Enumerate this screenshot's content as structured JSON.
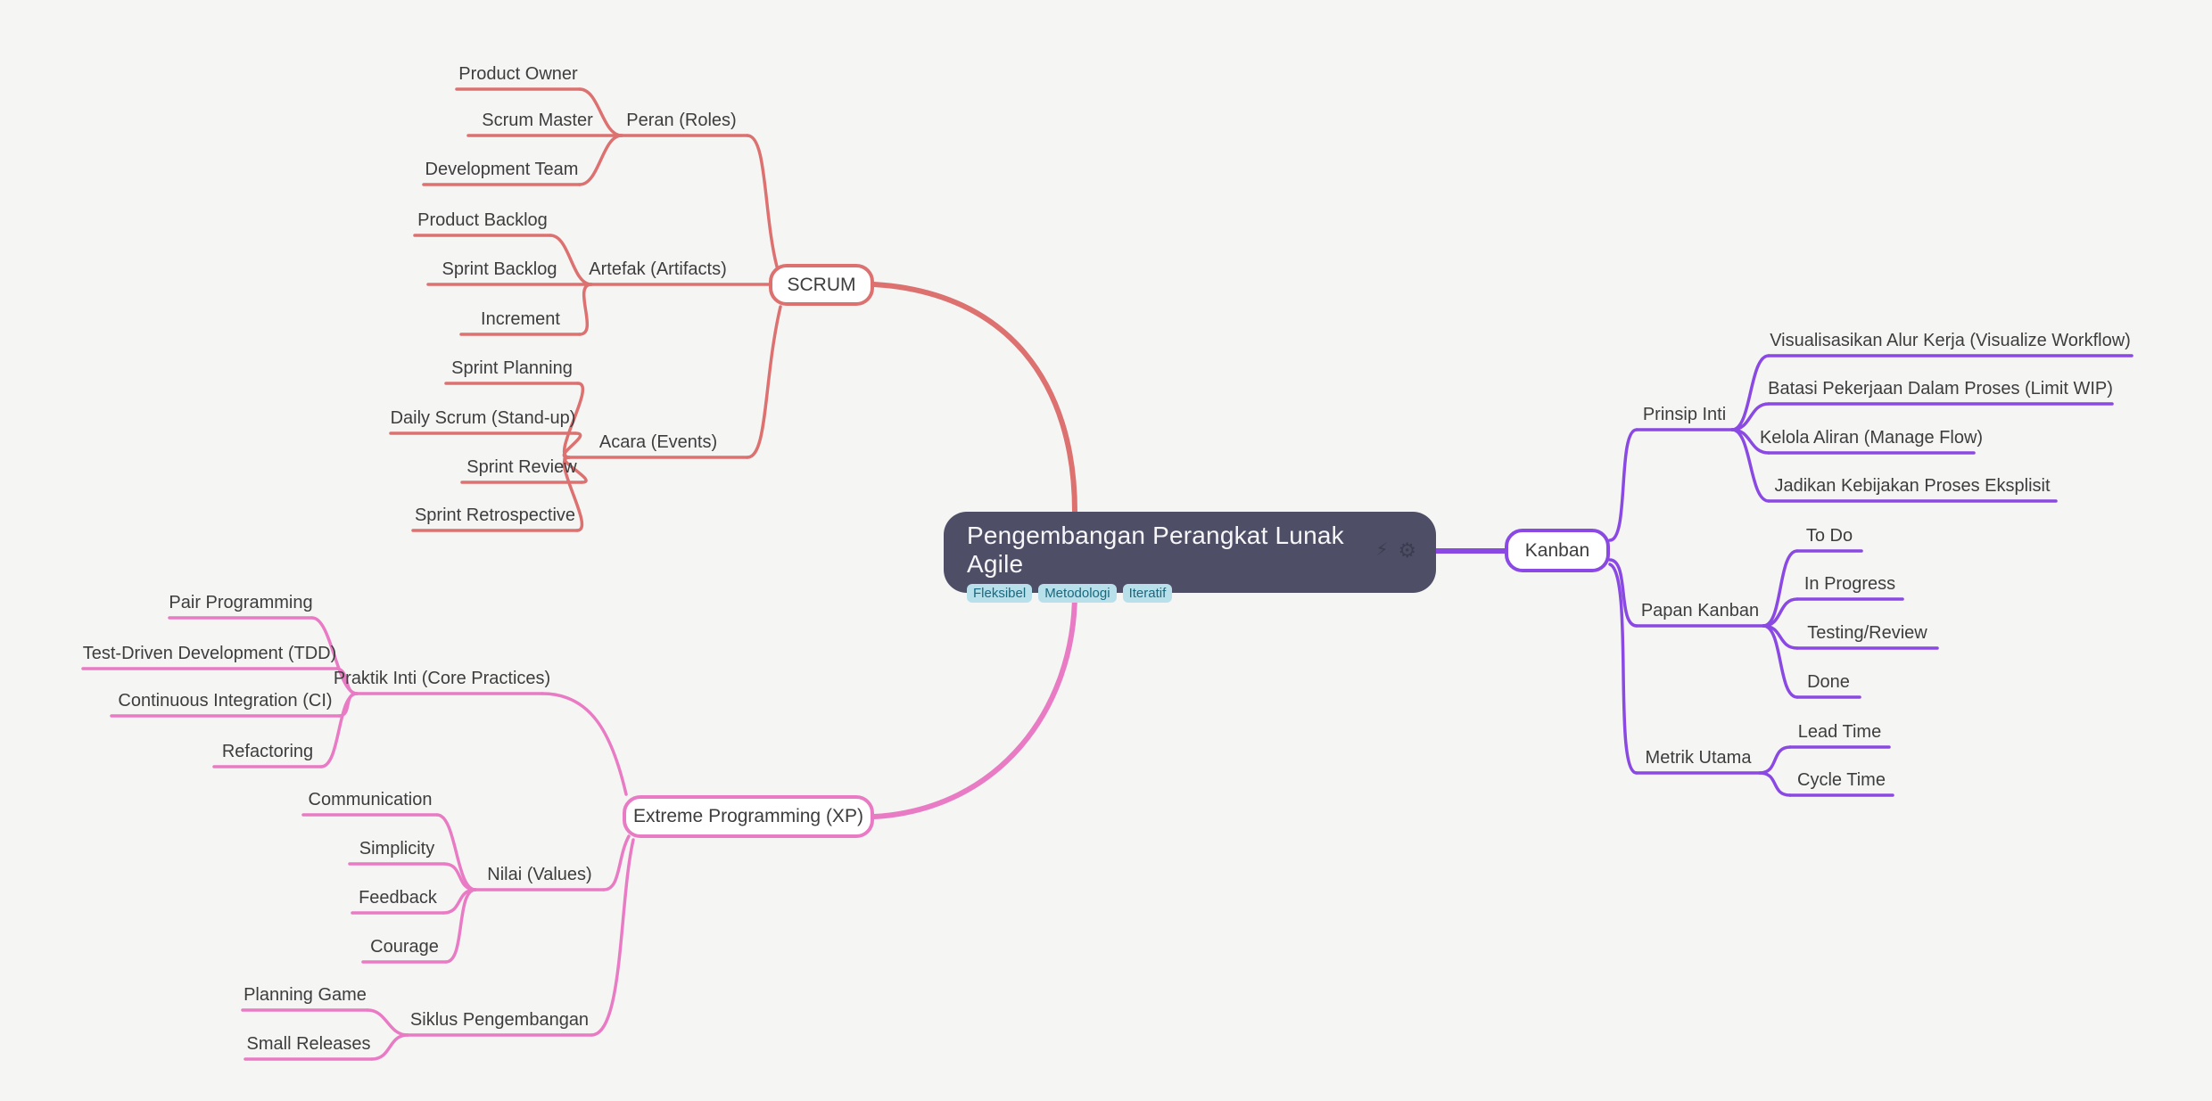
{
  "app": {
    "background": "#f5f5f4"
  },
  "root": {
    "title": "Pengembangan Perangkat Lunak Agile",
    "tags": [
      "Fleksibel",
      "Metodologi",
      "Iteratif"
    ],
    "icons": [
      {
        "name": "zap-icon",
        "glyph": "⚡"
      },
      {
        "name": "gear-icon",
        "glyph": "⚙"
      }
    ],
    "background_color": "#4e4e67",
    "title_color": "#f6f6f8",
    "tag_background": "#b7e0eb",
    "tag_text_color": "#18697e"
  },
  "colors": {
    "scrum_branch": "#dc7170",
    "kanban_branch": "#8a49e2",
    "xp_branch": "#e97bc5",
    "label_text": "#3d3d3d",
    "node_fill": "#ffffff"
  },
  "branches": [
    {
      "label": "SCRUM",
      "sections": [
        {
          "label": "Peran (Roles)",
          "children": [
            "Product Owner",
            "Scrum Master",
            "Development Team"
          ]
        },
        {
          "label": "Artefak (Artifacts)",
          "children": [
            "Product Backlog",
            "Sprint Backlog",
            "Increment"
          ]
        },
        {
          "label": "Acara (Events)",
          "children": [
            "Sprint Planning",
            "Daily Scrum (Stand-up)",
            "Sprint Review",
            "Sprint Retrospective"
          ]
        }
      ]
    },
    {
      "label": "Kanban",
      "sections": [
        {
          "label": "Prinsip Inti",
          "children": [
            "Visualisasikan Alur Kerja (Visualize Workflow)",
            "Batasi Pekerjaan Dalam Proses (Limit WIP)",
            "Kelola Aliran (Manage Flow)",
            "Jadikan Kebijakan Proses Eksplisit"
          ]
        },
        {
          "label": "Papan Kanban",
          "children": [
            "To Do",
            "In Progress",
            "Testing/Review",
            "Done"
          ]
        },
        {
          "label": "Metrik Utama",
          "children": [
            "Lead Time",
            "Cycle Time"
          ]
        }
      ]
    },
    {
      "label": "Extreme Programming (XP)",
      "sections": [
        {
          "label": "Praktik Inti (Core Practices)",
          "children": [
            "Pair Programming",
            "Test-Driven Development (TDD)",
            "Continuous Integration (CI)",
            "Refactoring"
          ]
        },
        {
          "label": "Nilai (Values)",
          "children": [
            "Communication",
            "Simplicity",
            "Feedback",
            "Courage"
          ]
        },
        {
          "label": "Siklus Pengembangan",
          "children": [
            "Planning Game",
            "Small Releases"
          ]
        }
      ]
    }
  ]
}
